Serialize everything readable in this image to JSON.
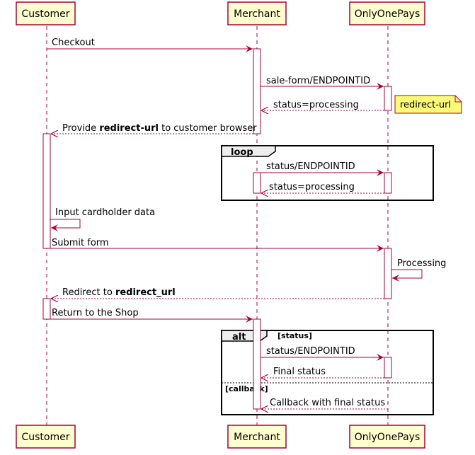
{
  "participants": {
    "customer": "Customer",
    "merchant": "Merchant",
    "onlyonepays": "OnlyOnePays"
  },
  "messages": {
    "checkout": "Checkout",
    "sale_form": "sale-form/ENDPOINTID",
    "status_processing_1": "status=processing",
    "provide_prefix": "Provide ",
    "provide_bold": "redirect-url",
    "provide_suffix": " to customer browser",
    "loop_status": "status/ENDPOINTID",
    "loop_processing": "status=processing",
    "input_cardholder": "Input cardholder data",
    "submit_form": "Submit form",
    "processing": "Processing",
    "redirect_prefix": "Redirect to ",
    "redirect_bold": "redirect_url",
    "return_shop": "Return to the Shop",
    "alt_status": "status/ENDPOINTID",
    "final_status": "Final status",
    "callback_final": "Callback with final status"
  },
  "note": {
    "text": "redirect-url"
  },
  "fragments": {
    "loop_keyword": "loop",
    "alt_keyword": "alt",
    "alt_condition": "[status]",
    "else_condition": "[callback]"
  }
}
